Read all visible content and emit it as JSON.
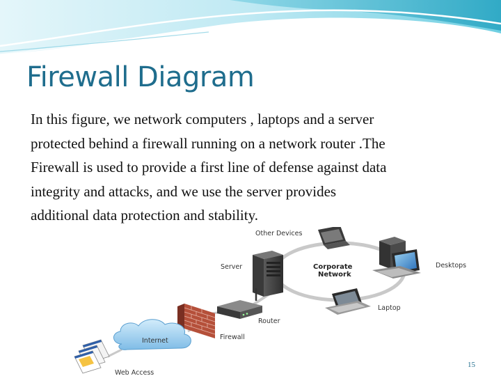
{
  "slide": {
    "title": "Firewall Diagram",
    "paragraph_lines": [
      "In this figure, we network computers , laptops and a server",
      "protected behind a firewall running on a network router .The",
      "Firewall is used to provide a first line of defense against data",
      "integrity and attacks, and we use the server provides",
      "additional data protection and stability."
    ],
    "page_number": "15"
  },
  "diagram": {
    "labels": {
      "other_devices": "Other Devices",
      "server": "Server",
      "corporate_line1": "Corporate",
      "corporate_line2": "Network",
      "desktops": "Desktops",
      "laptop": "Laptop",
      "router": "Router",
      "firewall": "Firewall",
      "internet": "Internet",
      "web_access": "Web Access"
    }
  },
  "colors": {
    "title": "#1f6d8d",
    "banner_light": "#cfeef6",
    "banner_teal": "#3fb2c9",
    "firewall_brick": "#b5503a",
    "cloud": "#9fd0ef"
  }
}
